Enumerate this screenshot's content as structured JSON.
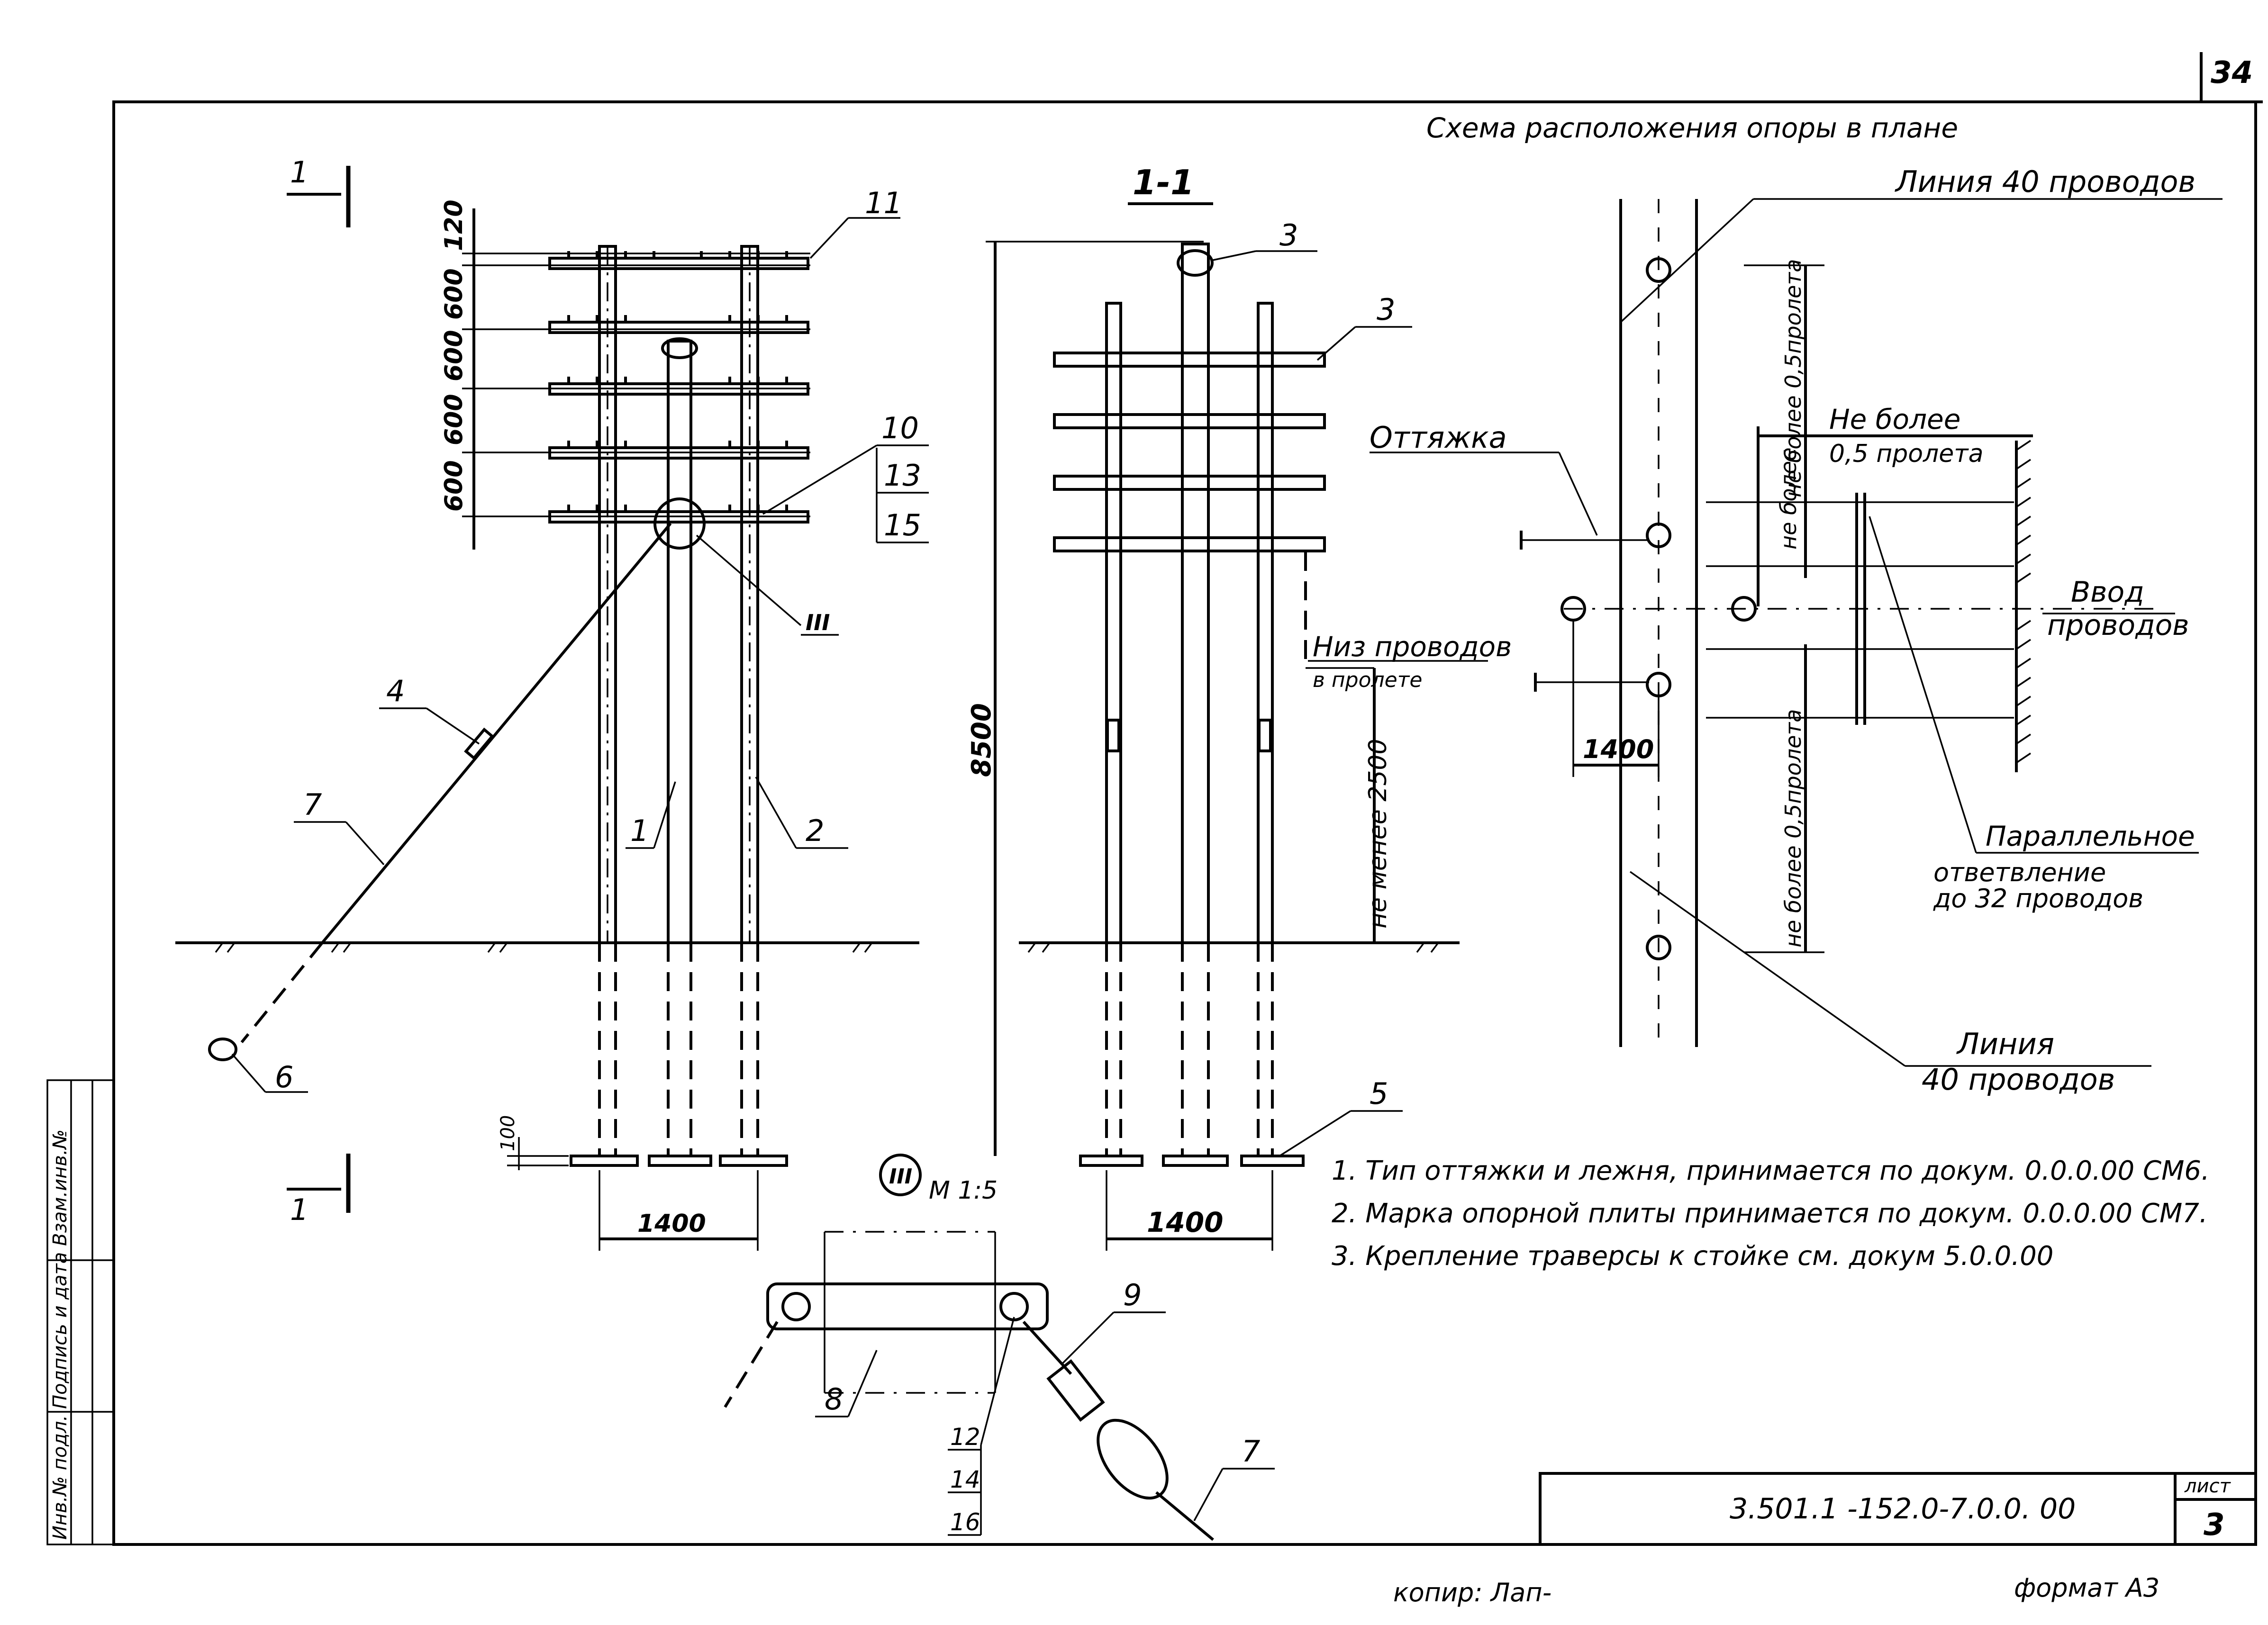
{
  "sheet": {
    "page_corner_number": "34",
    "plan_title": "Схема расположения опоры в плане",
    "designation": "3.501.1 -152.0-7.0.0. 00",
    "sheet_label": "лист",
    "sheet_number": "3",
    "copied_by": "копир: Лап-",
    "format": "формат А3"
  },
  "front_view": {
    "section_marker_top": "1",
    "section_marker_bottom": "1",
    "dims_vertical": [
      "120",
      "600",
      "600",
      "600",
      "600"
    ],
    "dim_bottom": "1400",
    "dim_base": "100",
    "detail_marker": "III",
    "callouts": [
      "11",
      "10",
      "13",
      "15",
      "4",
      "7",
      "1",
      "2",
      "6"
    ]
  },
  "side_view": {
    "title": "1-1",
    "dim_height": "8500",
    "dim_bottom": "1400",
    "wires_bottom_label_1": "Низ проводов",
    "wires_bottom_label_2": "в пролете",
    "clearance_label": "не менее 2500",
    "callouts": [
      "3",
      "3",
      "5"
    ]
  },
  "plan_view": {
    "line_top": "Линия 40 проводов",
    "line_bottom_1": "Линия",
    "line_bottom_2": "40 проводов",
    "guy_label": "Оттяжка",
    "entry_label_1": "Ввод",
    "entry_label_2": "проводов",
    "not_more_half_span_top": "не более 0,5пролета",
    "not_more_label_1": "Не более",
    "not_more_label_2": "0,5 пролета",
    "not_more_side": "не более",
    "not_more_half_span_bottom": "не более 0,5пролета",
    "dim_width": "1400",
    "parallel_branch_1": "Параллельное",
    "parallel_branch_2": "ответвление",
    "parallel_branch_3": "до 32 проводов"
  },
  "detail": {
    "marker": "III",
    "scale": "М 1:5",
    "callouts": [
      "9",
      "8",
      "12",
      "14",
      "16",
      "7"
    ]
  },
  "notes": [
    "1. Тип оттяжки и лежня, принимается по докум. 0.0.0.00 СМ6.",
    "2. Марка опорной плиты принимается по докум. 0.0.0.00 СМ7.",
    "3. Крепление траверсы к стойке см. докум 5.0.0.00"
  ],
  "side_stamp": "Инв.№ подл. Подпись и дата Взам.инв.№"
}
